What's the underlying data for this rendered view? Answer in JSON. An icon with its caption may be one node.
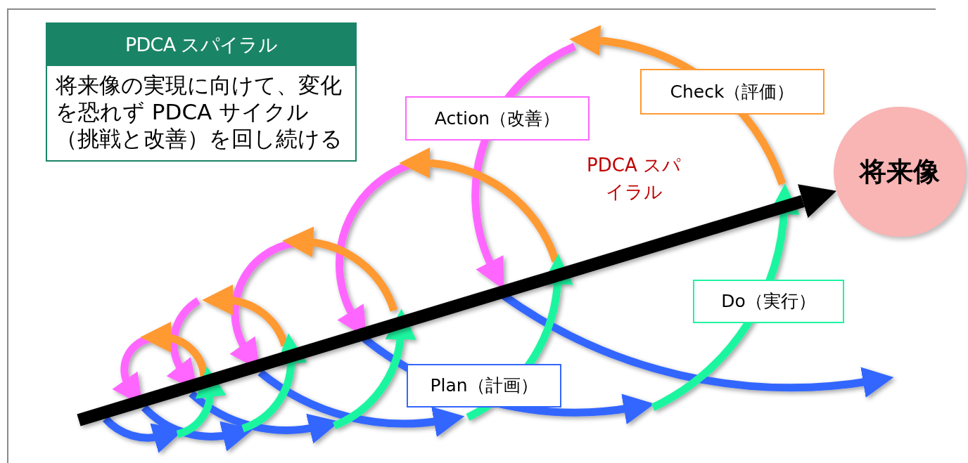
{
  "diagram": {
    "nodes": [
      {
        "text": [
          "PDCA スパイラル",
          "将来像の実現に向けて、変化を恐れず PDCA サイクル（挑戦と改善）を回し続ける"
        ]
      },
      {
        "text": [
          "Action（改善）"
        ]
      },
      {
        "text": [
          "Check（評価）"
        ]
      },
      {
        "text": [
          "将来像"
        ]
      },
      {
        "text": [
          "Do（実行）"
        ]
      },
      {
        "text": [
          "Plan（計画）"
        ]
      }
    ],
    "edges": [
      {
        "from": null,
        "to": 3,
        "arrow": "to"
      }
    ],
    "labels": [
      "PDCA スパイラル"
    ]
  }
}
